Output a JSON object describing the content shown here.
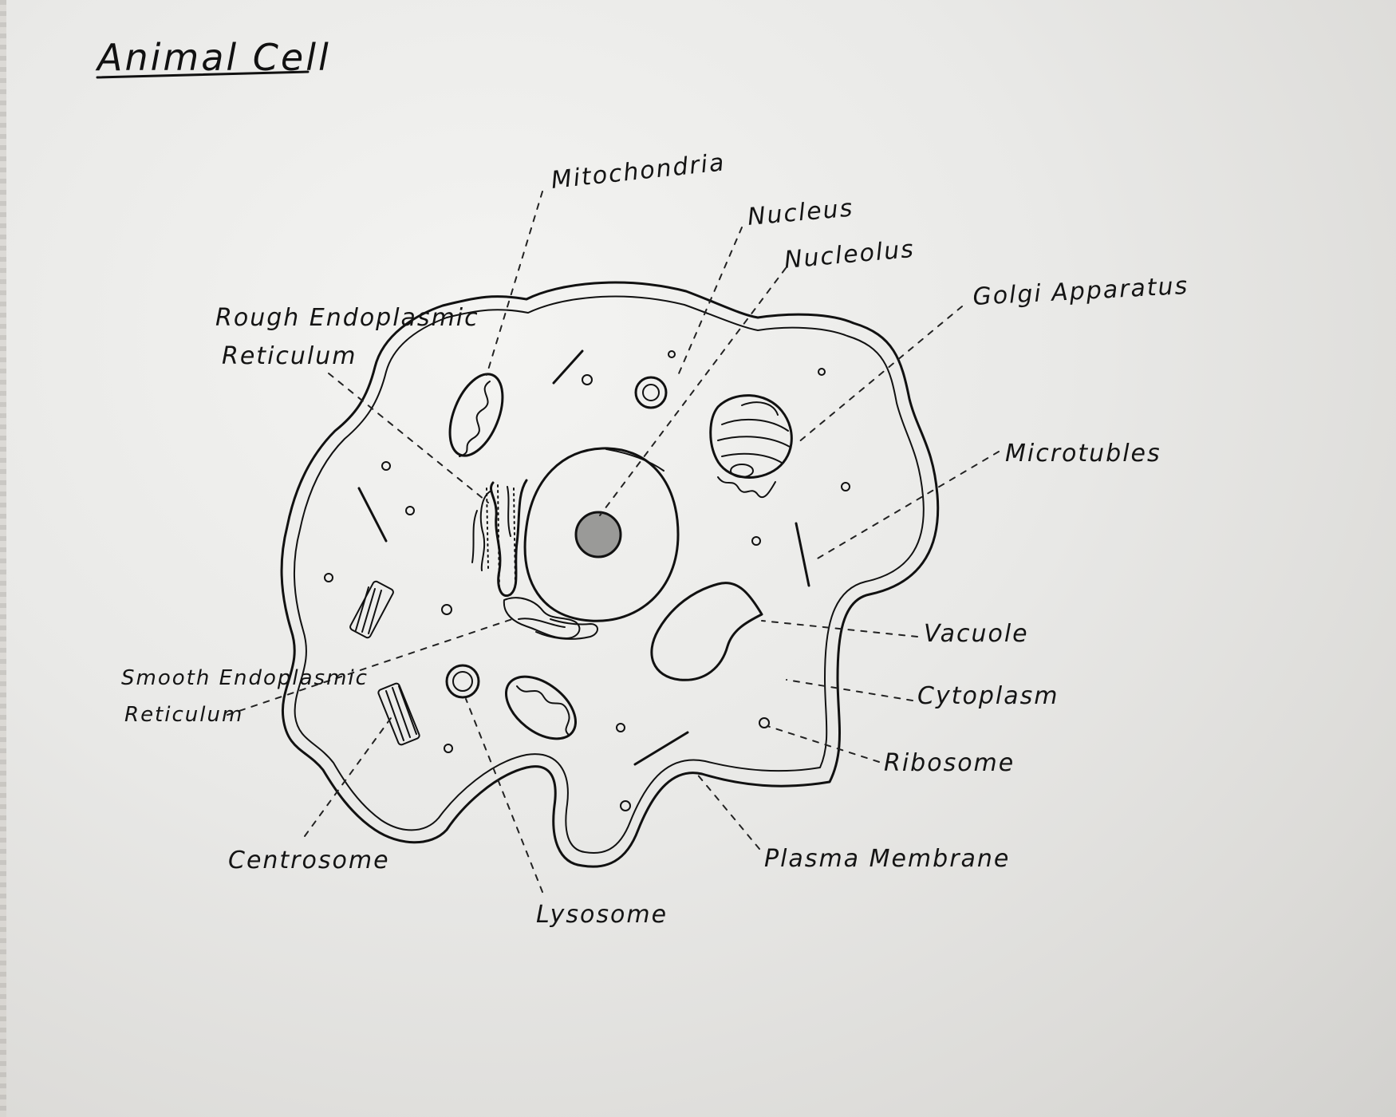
{
  "title": "Animal Cell",
  "labels": {
    "mitochondria": "Mitochondria",
    "nucleus": "Nucleus",
    "nucleolus": "Nucleolus",
    "golgi": "Golgi Apparatus",
    "rough_er_line1": "Rough Endoplasmic",
    "rough_er_line2": "Reticulum",
    "microtubles": "Microtubles",
    "vacuole": "Vacuole",
    "cytoplasm": "Cytoplasm",
    "smooth_er_line1": "Smooth Endoplasmic",
    "smooth_er_line2": "Reticulum",
    "ribosome": "Ribosome",
    "centrosome": "Centrosome",
    "lysosome": "Lysosome",
    "plasma_membrane": "Plasma Membrane"
  },
  "colors": {
    "ink": "#111111",
    "paper": "#ececea",
    "nucleolus_fill": "#9a9a98"
  }
}
